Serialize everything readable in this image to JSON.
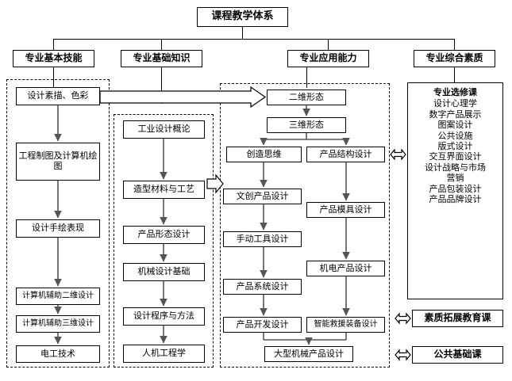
{
  "title": "课程教学体系",
  "pillars": [
    {
      "id": "skills",
      "label": "专业基本技能"
    },
    {
      "id": "knowledge",
      "label": "专业基础知识"
    },
    {
      "id": "application",
      "label": "专业应用能力"
    },
    {
      "id": "quality",
      "label": "专业综合素质"
    }
  ],
  "column1": {
    "header": "专业基本技能",
    "items": [
      {
        "label": "设计素描、色彩"
      },
      {
        "label": "工程制图及计算机绘图"
      },
      {
        "label": "设计手绘表现"
      },
      {
        "label": "计算机辅助二维设计"
      },
      {
        "label": "计算机辅助三维设计"
      },
      {
        "label": "电工技术"
      }
    ]
  },
  "column2": {
    "header": "专业基础知识",
    "items": [
      {
        "label": "工业设计概论"
      },
      {
        "label": "造型材料与工艺"
      },
      {
        "label": "产品形态设计"
      },
      {
        "label": "机械设计基础"
      },
      {
        "label": "设计程序与方法"
      },
      {
        "label": "人机工程学"
      }
    ]
  },
  "column3": {
    "header": "专业应用能力",
    "top": [
      {
        "label": "二维形态"
      },
      {
        "label": "三维形态"
      }
    ],
    "left_branch": [
      {
        "label": "创造思维"
      },
      {
        "label": "文创产品设计"
      },
      {
        "label": "手动工具设计"
      },
      {
        "label": "产品系统设计"
      },
      {
        "label": "产品开发设计"
      }
    ],
    "right_branch": [
      {
        "label": "产品结构设计"
      },
      {
        "label": "产品模具设计"
      },
      {
        "label": "机电产品设计"
      },
      {
        "label": "智能救援装备设计"
      }
    ],
    "merge": {
      "label": "大型机械产品设计"
    }
  },
  "column4": {
    "header": "专业综合素质",
    "elective": {
      "title": "专业选修课",
      "courses": [
        "设计心理学",
        "数字产品展示",
        "图案设计",
        "公共设施",
        "版式设计",
        "交互界面设计",
        "设计战略与市场",
        "营销",
        "产品包装设计",
        "产品品牌设计"
      ]
    },
    "extra": [
      {
        "label": "素质拓展教育课"
      },
      {
        "label": "公共基础课"
      }
    ]
  },
  "connectors": {
    "big_arrow": {
      "name": "sketch-to-2d-form-arrow",
      "from": "设计素描、色彩",
      "to": "二维形态"
    },
    "mid_arrow": {
      "name": "basics-to-application-arrow",
      "from": "专业基础知识",
      "to": "专业应用能力"
    },
    "link_structure": {
      "name": "structure-to-elective-link"
    },
    "link_rescue": {
      "name": "rescue-to-quality-link"
    },
    "link_machinery": {
      "name": "machinery-to-public-link"
    }
  },
  "colors": {
    "line": "#000000",
    "connector": "#555555",
    "background": "#ffffff"
  }
}
